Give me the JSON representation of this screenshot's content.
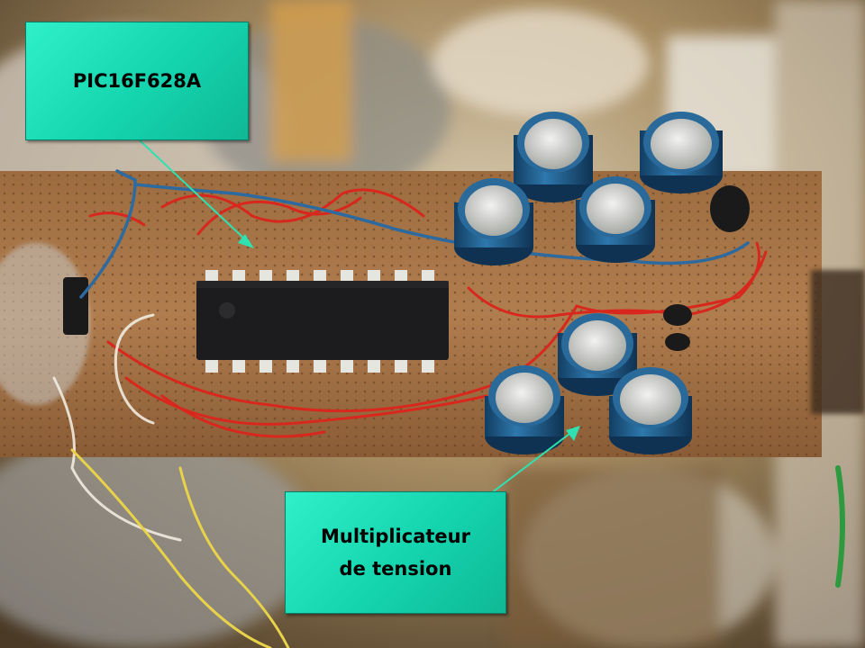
{
  "annotations": {
    "chip_label": "PIC16F628A",
    "multiplier_line1": "Multiplicateur",
    "multiplier_line2": "de tension"
  },
  "colors": {
    "callout_fill": "#1fe0b8",
    "arrow": "#2fe0b0",
    "pcb": "#a5764a",
    "wire_red": "#d8281e",
    "wire_blue": "#2c6aa0",
    "capacitor": "#2a6a9a"
  }
}
